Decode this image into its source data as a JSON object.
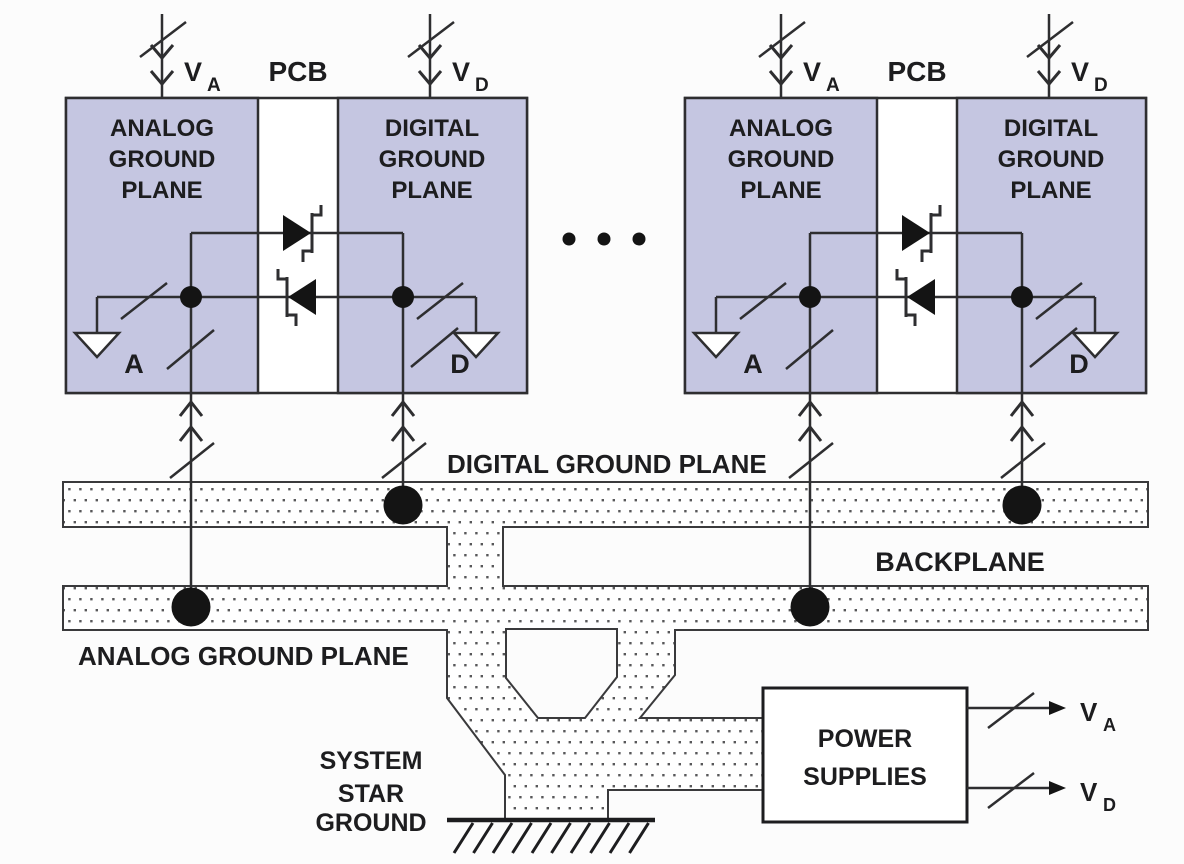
{
  "pcb": {
    "label": "PCB",
    "analog_plane": {
      "line1": "ANALOG",
      "line2": "GROUND",
      "line3": "PLANE"
    },
    "digital_plane": {
      "line1": "DIGITAL",
      "line2": "GROUND",
      "line3": "PLANE"
    },
    "analog_ground_ref": "A",
    "digital_ground_ref": "D",
    "supply_analog": {
      "base": "V",
      "sub": "A"
    },
    "supply_digital": {
      "base": "V",
      "sub": "D"
    }
  },
  "backplane": {
    "label": "BACKPLANE",
    "digital_bus_label": "DIGITAL GROUND PLANE",
    "analog_bus_label": "ANALOG GROUND PLANE"
  },
  "star_ground": {
    "line1": "SYSTEM",
    "line2": "STAR",
    "line3": "GROUND"
  },
  "power_supplies": {
    "line1": "POWER",
    "line2": "SUPPLIES",
    "out_analog": {
      "base": "V",
      "sub": "A"
    },
    "out_digital": {
      "base": "V",
      "sub": "D"
    }
  },
  "colors": {
    "plane_fill": "#c5c6e1",
    "ink": "#1d1d1f",
    "wire": "#2e2e30",
    "bar_stroke": "#3a3a3c",
    "stipple_dot": "#58585a",
    "junction": "#141414",
    "background": "#fcfcfc"
  }
}
